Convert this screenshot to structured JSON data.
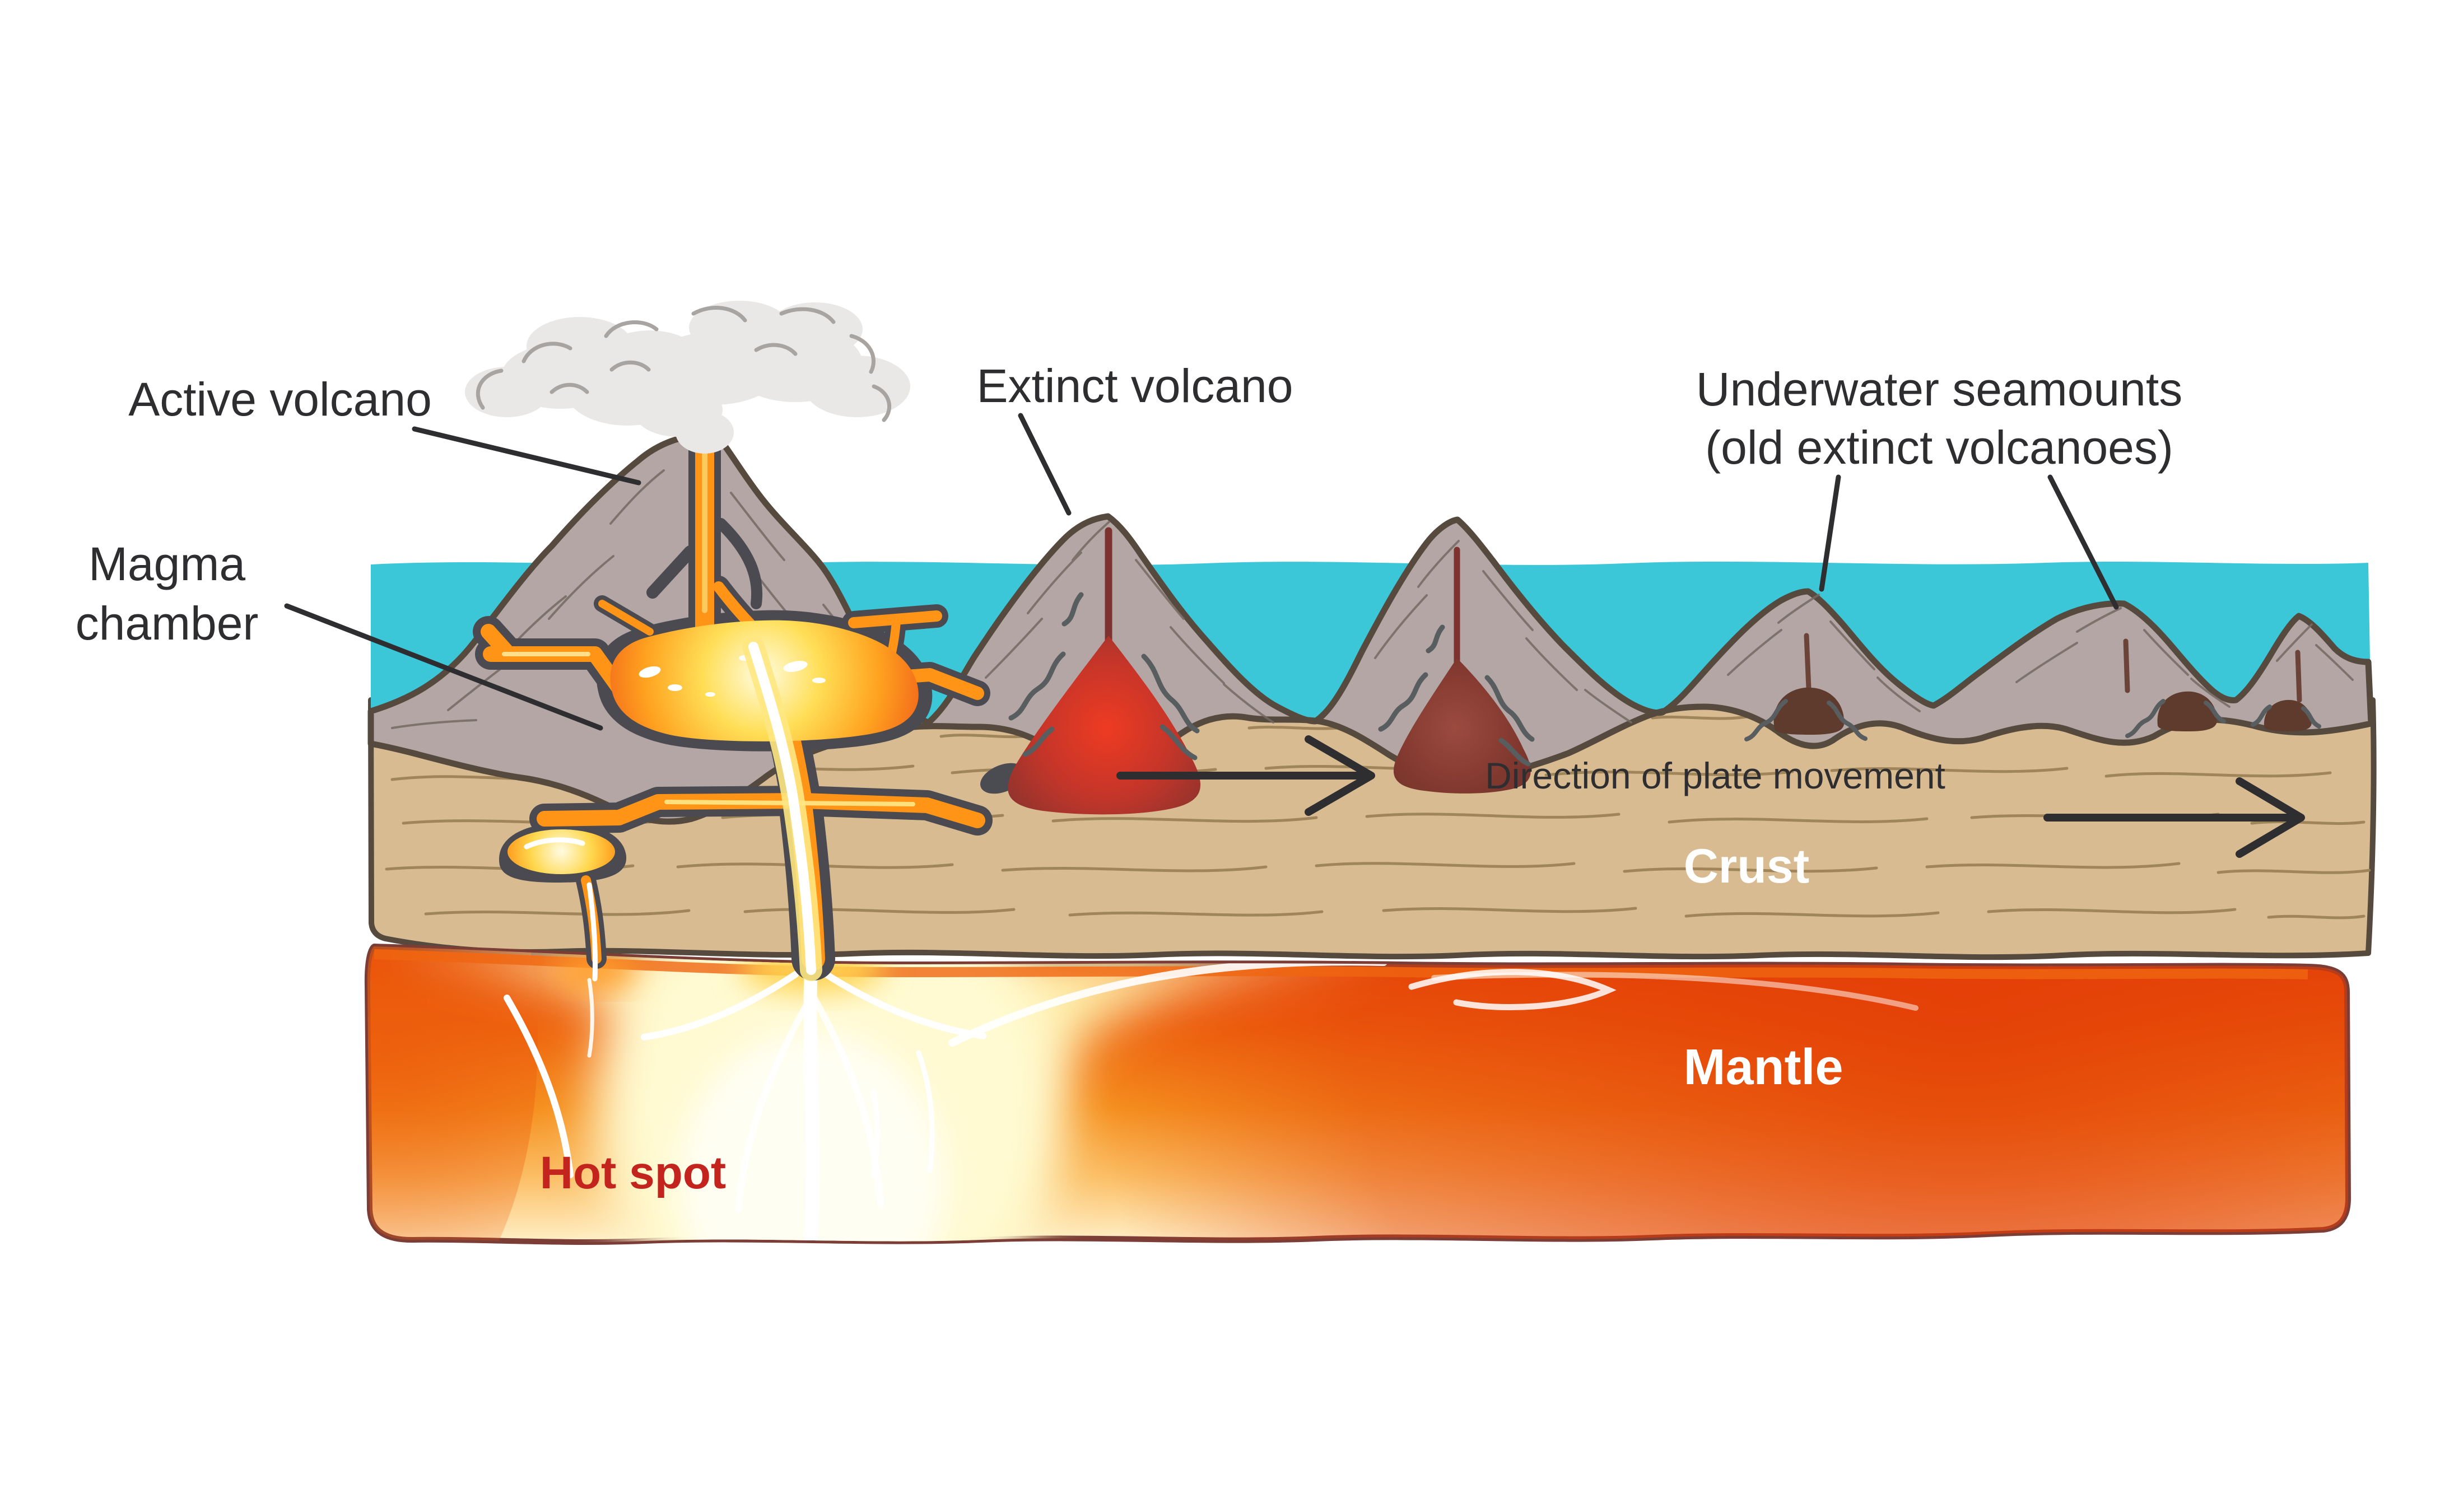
{
  "labels": {
    "active_volcano": "Active volcano",
    "magma_chamber_line1": "Magma",
    "magma_chamber_line2": "chamber",
    "extinct_volcano": "Extinct volcano",
    "underwater_seamounts_line1": "Underwater seamounts",
    "underwater_seamounts_line2": "(old extinct volcanoes)",
    "direction_of_plate_movement": "Direction of plate movement",
    "crust": "Crust",
    "mantle": "Mantle",
    "hot_spot": "Hot spot"
  },
  "colors": {
    "water": "#3cc7d9",
    "volcanic_rock": "#b3a6a5",
    "rock_outline": "#554a3d",
    "crust": "#d8bb90",
    "crust_texture": "#9b8054",
    "magma_network_dark": "#4a4a50",
    "lava_orange": "#ff9416",
    "lava_core": "#fff3c4",
    "extinct_chamber_red": "#e73a22",
    "old_chamber_maroon": "#8f4238",
    "seamount_plug_brown": "#5e3b2d",
    "mantle_deep": "#e8470b",
    "mantle_mid": "#f5901f",
    "mantle_pale": "#ffeec4",
    "mantle_outline": "#7b3d36",
    "hot_spot_text": "#c3251e",
    "label_text": "#2e2e31",
    "smoke": "#eae8e6"
  }
}
